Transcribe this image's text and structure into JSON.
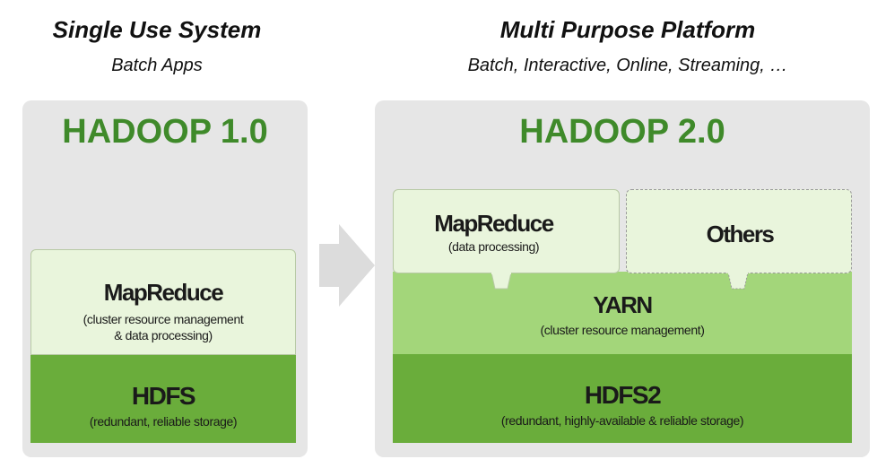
{
  "left": {
    "heading": "Single Use System",
    "subheading": "Batch Apps",
    "panel_title": "HADOOP 1.0",
    "mapreduce": {
      "title": "MapReduce",
      "line1": "(cluster resource management",
      "line2": "& data processing)"
    },
    "hdfs": {
      "title": "HDFS",
      "subtitle": "(redundant, reliable storage)"
    }
  },
  "right": {
    "heading": "Multi Purpose Platform",
    "subheading": "Batch, Interactive, Online, Streaming, …",
    "panel_title": "HADOOP 2.0",
    "mapreduce": {
      "title": "MapReduce",
      "subtitle": "(data processing)"
    },
    "others": {
      "title": "Others"
    },
    "yarn": {
      "title": "YARN",
      "subtitle": "(cluster resource management)"
    },
    "hdfs2": {
      "title": "HDFS2",
      "subtitle": "(redundant, highly-available & reliable storage)"
    }
  },
  "colors": {
    "panel_bg": "#e6e6e6",
    "title_green": "#3f8a2a",
    "light_green": "#e9f5dc",
    "mid_green": "#a3d67a",
    "dark_green": "#6aad3b",
    "arrow_gray": "#dcdcdc"
  }
}
